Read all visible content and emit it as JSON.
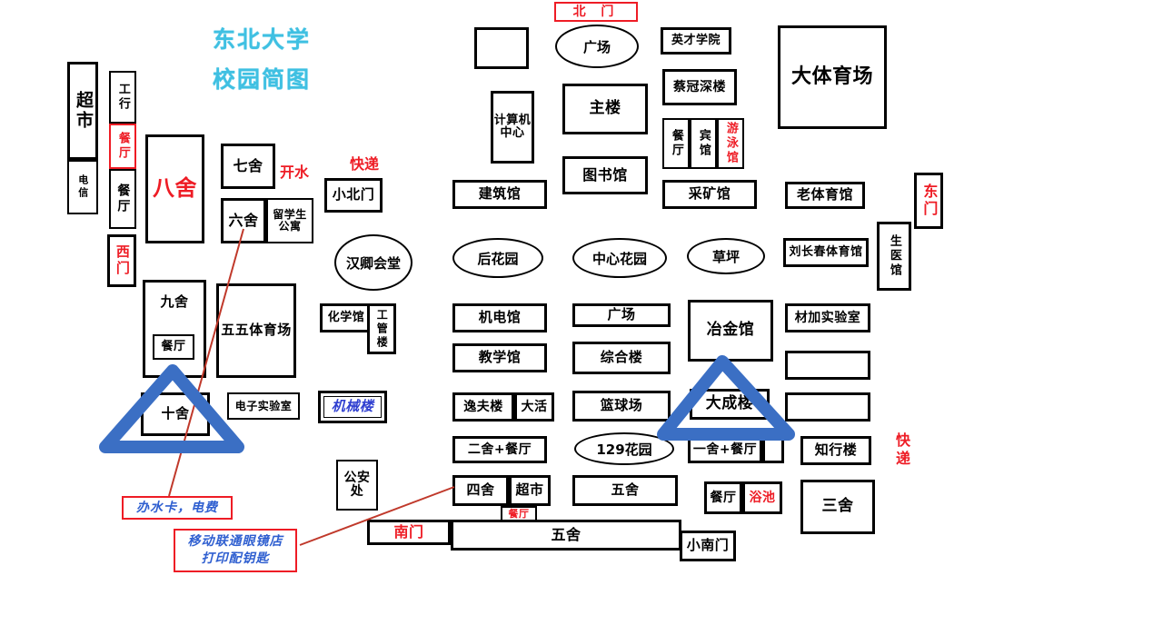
{
  "title": {
    "line1": "东北大学",
    "line2": "校园简图",
    "color": "#3fc0e2"
  },
  "colors": {
    "building_border": "#000000",
    "red_accent": "#ee1c25",
    "blue_annotation": "#2f3fd0",
    "highlight_triangle": "#3b6fc4",
    "red_line": "#c0392b"
  },
  "gates": [
    {
      "name": "north-gate",
      "label": "北  门"
    },
    {
      "name": "west-gate",
      "label": "西门"
    },
    {
      "name": "east-gate",
      "label": "东门"
    },
    {
      "name": "south-gate",
      "label": "南门"
    },
    {
      "name": "small-north-gate",
      "label": "小北门"
    },
    {
      "name": "small-south-gate",
      "label": "小南门"
    }
  ],
  "left_column": {
    "supermarket": "超市",
    "telecom": "电信",
    "icbc": "工行",
    "canteen_red": "餐厅",
    "canteen": "餐厅",
    "west_gate": "西门",
    "dorm8": "八舍",
    "dorm9": "九舍",
    "dorm9_canteen": "餐厅",
    "dorm10": "十舍",
    "dorm7": "七舍",
    "dorm6": "六舍",
    "intl_student_apartment": "留学生公寓",
    "hot_water": "开水",
    "express": "快递",
    "wuwu_stadium": "五五体育场",
    "electronics_lab": "电子实验室",
    "police_office": "公安处"
  },
  "center_column": {
    "computer_center": "计算机中心",
    "blank_box": "",
    "main_building": "主楼",
    "library": "图书馆",
    "plaza_north": "广场",
    "architecture_hall": "建筑馆",
    "hanqing_hall": "汉卿会堂",
    "back_garden": "后花园",
    "central_garden": "中心花园",
    "chemistry_hall": "化学馆",
    "engineering_mgmt_building": "工管楼",
    "mechanical_building": "机械楼",
    "mechatronics_hall": "机电馆",
    "teaching_hall": "教学馆",
    "yifu_building": "逸夫楼",
    "student_activity": "大活",
    "dorm2_canteen": "二舍+餐厅",
    "dorm4": "四舍",
    "supermarket": "超市",
    "canteen_small": "餐厅",
    "dorm5_long": "五舍",
    "plaza_mid": "广场",
    "comprehensive_building": "综合楼",
    "basketball_court": "篮球场",
    "garden129": "129花园",
    "dorm5": "五舍"
  },
  "right_column": {
    "yingcai_college": "英才学院",
    "caiguanshen_building": "蔡冠深楼",
    "canteen": "餐厅",
    "hotel": "宾馆",
    "swimming_pool": "游泳馆",
    "mining_hall": "采矿馆",
    "big_stadium": "大体育场",
    "old_gym": "老体育馆",
    "liuchangchun_gym": "刘长春体育馆",
    "biomed_hall": "生医馆",
    "lawn": "草坪",
    "metallurgy_hall": "冶金馆",
    "material_lab": "材加实验室",
    "dacheng_building": "大成楼",
    "dorm1_canteen": "一舍+餐厅",
    "zhixing_building": "知行楼",
    "canteen2": "餐厅",
    "bath_house": "浴池",
    "dorm3": "三舍",
    "express": "快递",
    "blank_box_1": "",
    "blank_box_2": "",
    "blank_box_3": ""
  },
  "annotations": [
    {
      "name": "water-card-note",
      "text": "办水卡，电费"
    },
    {
      "name": "mobile-shop-note",
      "line1": "移动联通眼镜店",
      "line2": "打印配钥匙"
    }
  ],
  "highlights": [
    {
      "name": "dorm10-triangle",
      "shape": "triangle",
      "color": "#3b6fc4"
    },
    {
      "name": "dacheng-triangle",
      "shape": "triangle",
      "color": "#3b6fc4"
    }
  ]
}
